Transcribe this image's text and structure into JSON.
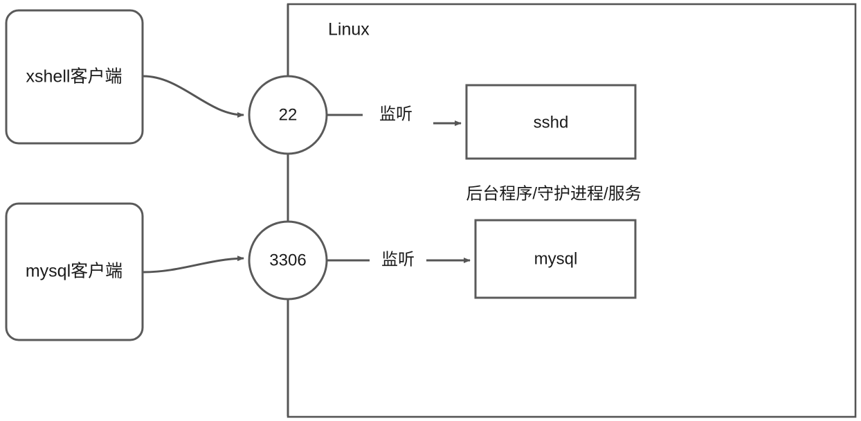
{
  "diagram": {
    "title": "Linux port listening diagram",
    "background": "#ffffff",
    "stroke_color": "#555555",
    "text_color": "#1a1a1a",
    "container": {
      "label": "Linux",
      "name": "linux-container"
    },
    "clients": [
      {
        "id": "xshell-client",
        "label": "xshell客户端"
      },
      {
        "id": "mysql-client",
        "label": "mysql客户端"
      }
    ],
    "ports": [
      {
        "id": "port-22",
        "label": "22"
      },
      {
        "id": "port-3306",
        "label": "3306"
      }
    ],
    "services": [
      {
        "id": "service-sshd",
        "label": "sshd"
      },
      {
        "id": "service-mysql",
        "label": "mysql"
      }
    ],
    "edge_labels": [
      {
        "id": "listen-22",
        "label": "监听"
      },
      {
        "id": "listen-3306",
        "label": "监听"
      }
    ],
    "captions": [
      {
        "id": "daemon-caption",
        "label": "后台程序/守护进程/服务"
      }
    ]
  }
}
